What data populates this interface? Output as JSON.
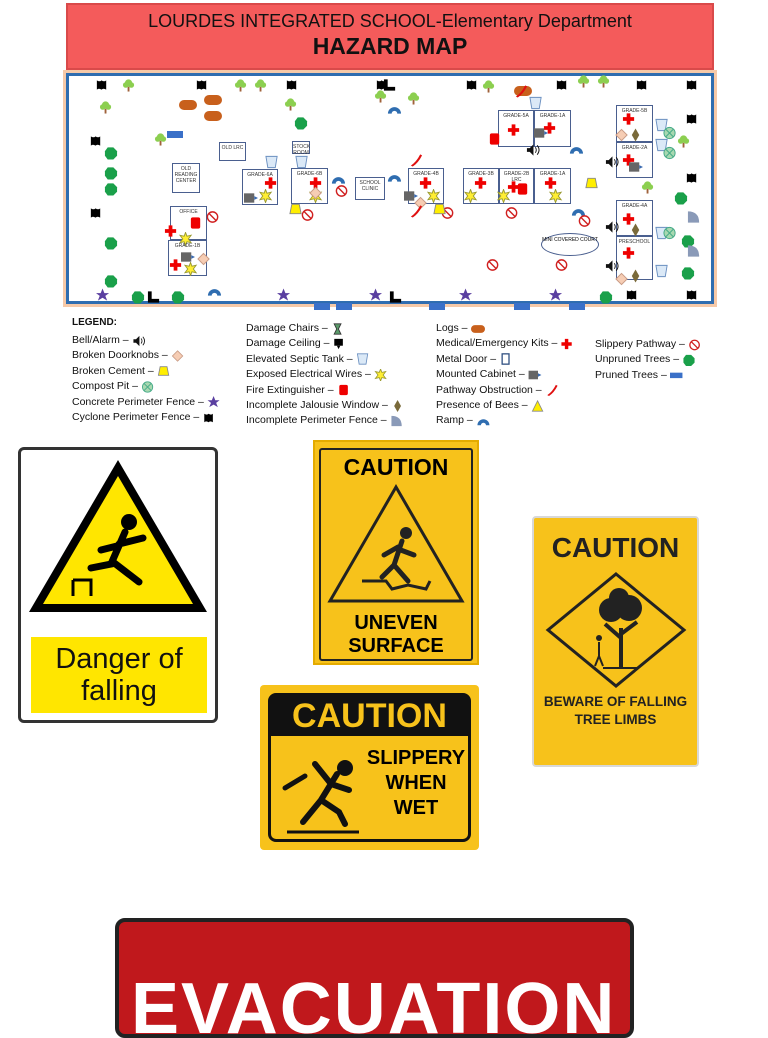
{
  "header": {
    "school": "LOURDES INTEGRATED SCHOOL-Elementary Department",
    "title": "HAZARD MAP"
  },
  "map": {
    "rooms": [
      {
        "label": "OLD LRC"
      },
      {
        "label": "OLD READING CENTER"
      },
      {
        "label": "STOCK ROOM"
      },
      {
        "label": "GRADE-6A"
      },
      {
        "label": "GRADE-6B"
      },
      {
        "label": "SCHOOL CLINIC"
      },
      {
        "label": "GRADE-4B"
      },
      {
        "label": "GRADE-3B"
      },
      {
        "label": "GRADE-2B LRC"
      },
      {
        "label": "GRADE-1A"
      },
      {
        "label": "GRADE-5A"
      },
      {
        "label": "GRADE-1A"
      },
      {
        "label": "GRADE-5B"
      },
      {
        "label": "GRADE-2A"
      },
      {
        "label": "GRADE-4A"
      },
      {
        "label": "PRESCHOOL"
      },
      {
        "label": "OFFICE"
      },
      {
        "label": "GRADE-1B"
      }
    ],
    "court": "MINI COVERED COURT"
  },
  "legend": {
    "title": "LEGEND:",
    "columns": [
      [
        {
          "label": "Bell/Alarm –",
          "icon": "bell-icon"
        },
        {
          "label": "Broken Doorknobs –",
          "icon": "doorknob-icon"
        },
        {
          "label": "Broken Cement –",
          "icon": "cement-icon"
        },
        {
          "label": "Compost Pit –",
          "icon": "compost-icon"
        },
        {
          "label": "Concrete Perimeter Fence –",
          "icon": "star-icon"
        },
        {
          "label": "Cyclone Perimeter Fence –",
          "icon": "cyclone-fence-icon"
        }
      ],
      [
        {
          "label": "Damage Chairs –",
          "icon": "chair-icon"
        },
        {
          "label": "Damage Ceiling –",
          "icon": "ceiling-icon"
        },
        {
          "label": "Elevated Septic Tank –",
          "icon": "septic-icon"
        },
        {
          "label": "Exposed Electrical Wires –",
          "icon": "wire-icon"
        },
        {
          "label": "Fire Extinguisher –",
          "icon": "extinguisher-icon"
        },
        {
          "label": "Incomplete Jalousie Window –",
          "icon": "jalousie-icon"
        },
        {
          "label": "Incomplete Perimeter Fence –",
          "icon": "incomplete-fence-icon"
        }
      ],
      [
        {
          "label": "Logs –",
          "icon": "log-icon"
        },
        {
          "label": "Medical/Emergency Kits –",
          "icon": "medkit-icon"
        },
        {
          "label": "Metal Door –",
          "icon": "door-icon"
        },
        {
          "label": "Mounted Cabinet –",
          "icon": "cabinet-icon"
        },
        {
          "label": "Pathway Obstruction –",
          "icon": "obstruction-icon"
        },
        {
          "label": "Presence of Bees –",
          "icon": "bees-icon"
        },
        {
          "label": "Ramp –",
          "icon": "ramp-icon"
        }
      ],
      [
        {
          "label": "Slippery Pathway –",
          "icon": "slippery-icon"
        },
        {
          "label": "Unpruned Trees –",
          "icon": "unpruned-tree-icon"
        },
        {
          "label": "Pruned Trees –",
          "icon": "pruned-tree-icon"
        }
      ]
    ]
  },
  "signs": {
    "falling": {
      "text1": "Danger of",
      "text2": "falling"
    },
    "uneven": {
      "caution": "CAUTION",
      "text1": "UNEVEN",
      "text2": "SURFACE"
    },
    "tree": {
      "caution": "CAUTION",
      "text1": "BEWARE OF FALLING",
      "text2": "TREE LIMBS"
    },
    "slippery": {
      "caution": "CAUTION",
      "text1": "SLIPPERY",
      "text2": "WHEN",
      "text3": "WET"
    },
    "evacuation": {
      "text": "EVACUATION"
    }
  },
  "colors": {
    "header": "#f45b5b",
    "map_border": "#2f6db0",
    "caution_yellow": "#f7c21b",
    "evac_red": "#c0181c"
  }
}
